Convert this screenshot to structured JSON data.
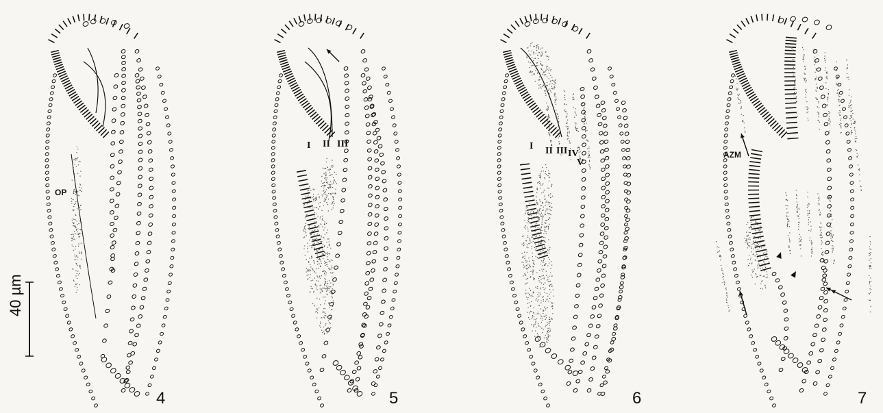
{
  "figure": {
    "scale_bar": {
      "label": "40 µm",
      "length_um": 40
    },
    "panels": [
      {
        "number": "4",
        "labels": [
          "OP"
        ]
      },
      {
        "number": "5",
        "labels": [
          "I",
          "II",
          "III"
        ]
      },
      {
        "number": "6",
        "labels": [
          "I",
          "II",
          "III",
          "IV",
          "V"
        ]
      },
      {
        "number": "7",
        "labels": [
          "AZM"
        ]
      }
    ]
  },
  "colors": {
    "background": "#f7f6f2",
    "ink": "#111111",
    "stipple": "#555555"
  }
}
